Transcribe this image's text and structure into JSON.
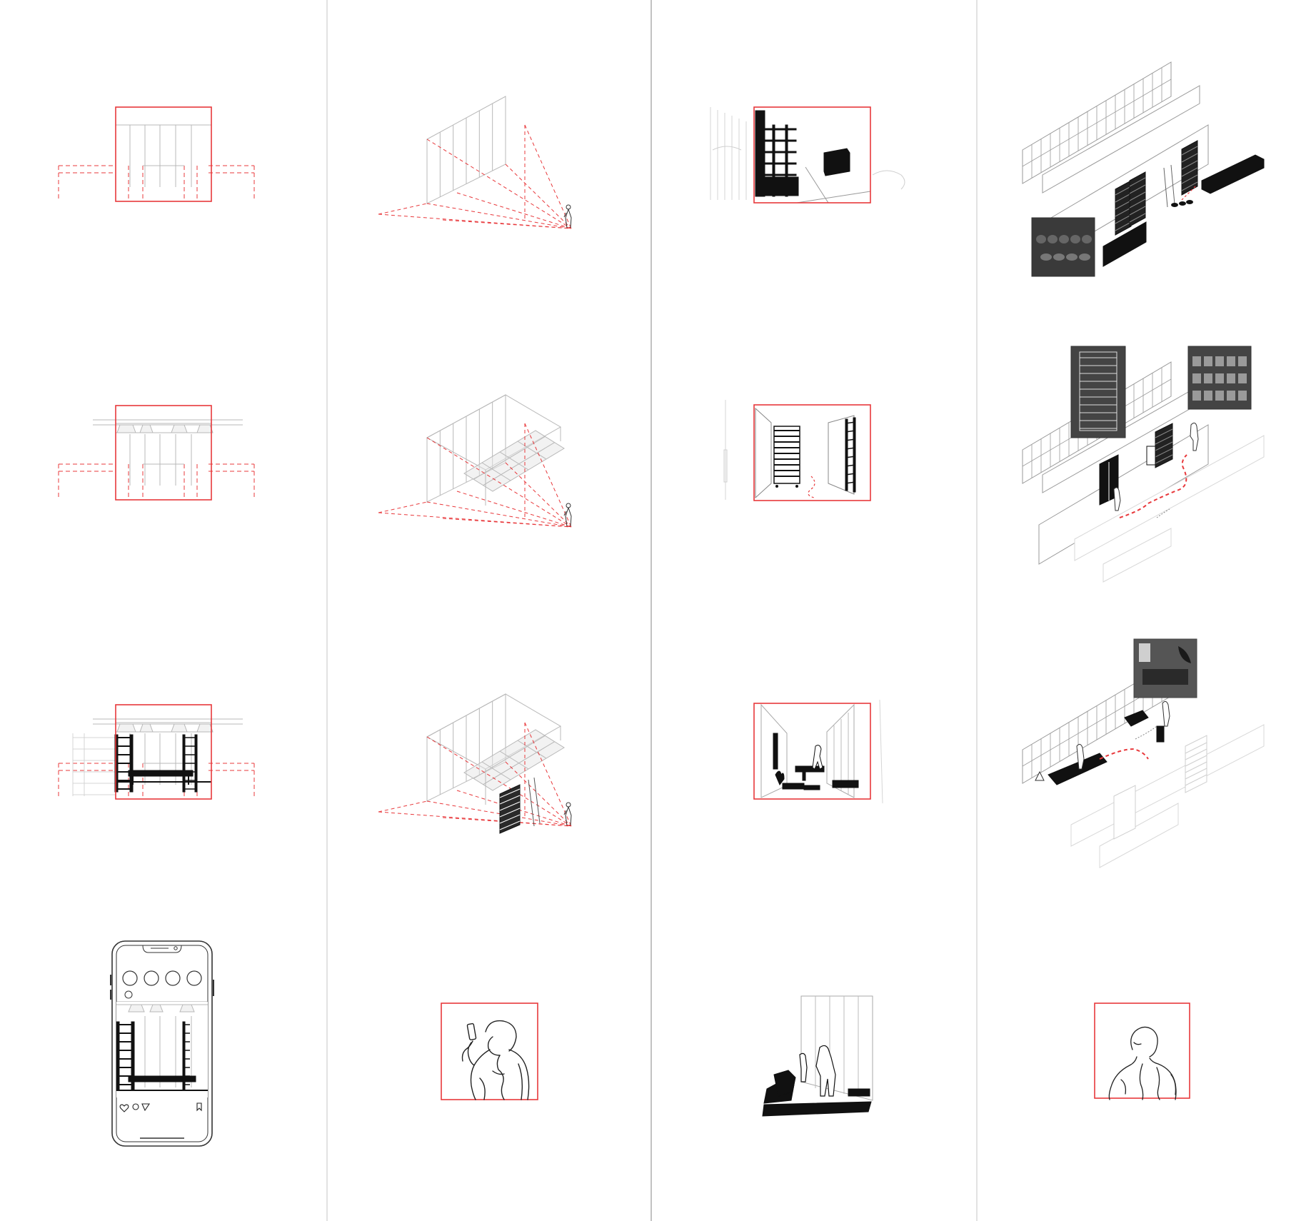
{
  "board": {
    "columns": 4,
    "rows": 4,
    "colors": {
      "background": "#ffffff",
      "frame_red": "#e8383b",
      "guide_red": "#e8383b",
      "line_gray": "#b8b8b8",
      "divider_gray": "#cfcfcf",
      "ink_black": "#111111"
    },
    "panels": [
      {
        "id": "c1r1",
        "kind": "elevation-wall"
      },
      {
        "id": "c1r2",
        "kind": "elevation-canopy"
      },
      {
        "id": "c1r3",
        "kind": "elevation-furnished"
      },
      {
        "id": "c1r4",
        "kind": "phone-post"
      },
      {
        "id": "c2r1",
        "kind": "perspective-wall"
      },
      {
        "id": "c2r2",
        "kind": "perspective-canopy"
      },
      {
        "id": "c2r3",
        "kind": "perspective-furnished"
      },
      {
        "id": "c2r4",
        "kind": "figure-photographer"
      },
      {
        "id": "c3r1",
        "kind": "interior-view-1"
      },
      {
        "id": "c3r2",
        "kind": "interior-view-2"
      },
      {
        "id": "c3r3",
        "kind": "interior-view-3"
      },
      {
        "id": "c3r4",
        "kind": "interior-view-4"
      },
      {
        "id": "c4r1",
        "kind": "axonometric-1"
      },
      {
        "id": "c4r2",
        "kind": "axonometric-2"
      },
      {
        "id": "c4r3",
        "kind": "axonometric-3"
      },
      {
        "id": "c4r4",
        "kind": "figure-viewer"
      }
    ],
    "icons": [
      "heart-icon",
      "comment-icon",
      "send-icon",
      "bookmark-icon"
    ]
  }
}
